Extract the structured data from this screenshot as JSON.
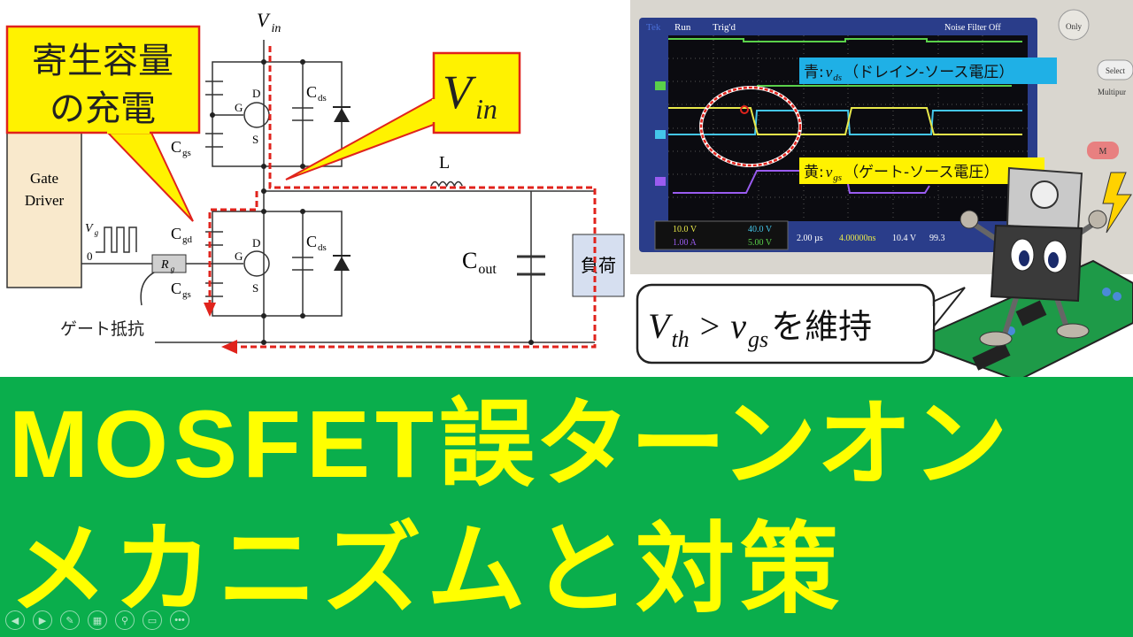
{
  "circuit": {
    "vin_label": "V",
    "vin_sub": "in",
    "gate_driver": [
      "Gate",
      "Driver"
    ],
    "vg_label": "V",
    "vg_sub": "g",
    "zero_label": "0",
    "rg_label": "R",
    "rg_sub": "g",
    "cgd_label": "C",
    "cgd_sub": "gd",
    "cgs_label": "C",
    "cgs_sub": "gs",
    "cds_label": "C",
    "cds_sub": "ds",
    "d_label": "D",
    "g_label": "G",
    "s_label": "S",
    "l_label": "L",
    "cout_label": "C",
    "cout_sub": "out",
    "load_label": "負荷",
    "gate_resistor_caption": "ゲート抵抗",
    "callout_charge": [
      "寄生容量",
      "の充電"
    ],
    "callout_vin": "V",
    "callout_vin_sub": "in",
    "colors": {
      "callout_fill": "#fff200",
      "callout_border": "#e0231c",
      "path": "#e0231c",
      "gate_driver_fill": "#f9e9cc",
      "load_fill": "#d6dff0"
    }
  },
  "scope": {
    "brand": "Tek",
    "status_run": "Run",
    "status_trig": "Trig'd",
    "noise_filter": "Noise Filter Off",
    "blue_label_prefix": "青:",
    "blue_label_var": "v",
    "blue_label_sub": "ds",
    "blue_label_text": "（ドレイン-ソース電圧）",
    "yellow_label_prefix": "黄:",
    "yellow_label_var": "v",
    "yellow_label_sub": "gs",
    "yellow_label_text": "（ゲート-ソース電圧）",
    "ch1": "10.0 V",
    "ch2": "40.0 V",
    "ch3": "1.00 A",
    "ch4": "5.00 V",
    "timebase": "2.00 µs",
    "delay": "4.00000ns",
    "trigger": "10.4 V",
    "record": "99.3",
    "button_only": "Only",
    "button_select": "Select",
    "label_multipurpose": "Multipur",
    "button_m": "M",
    "colors": {
      "ch1": "#e8e84a",
      "ch2": "#44c6ea",
      "ch3": "#9a5cf0",
      "ch4": "#5ad04a",
      "blue_label": "#1fb0e6",
      "yellow_label": "#fff200"
    }
  },
  "bubble": {
    "v": "V",
    "th": "th",
    "gt": " > ",
    "vgs_v": "v",
    "vgs_sub": "gs",
    "suffix": "を維持"
  },
  "title": {
    "line1_latin": "MOSFET",
    "line1_jp": "誤ターンオン",
    "line2": "メカニズムと対策",
    "color": "#ffff00",
    "background": "#0aae4c"
  },
  "toolbar": {
    "icons": [
      "previous-icon",
      "next-icon",
      "pen-icon",
      "slides-icon",
      "zoom-icon",
      "subtitles-icon",
      "more-icon"
    ]
  }
}
